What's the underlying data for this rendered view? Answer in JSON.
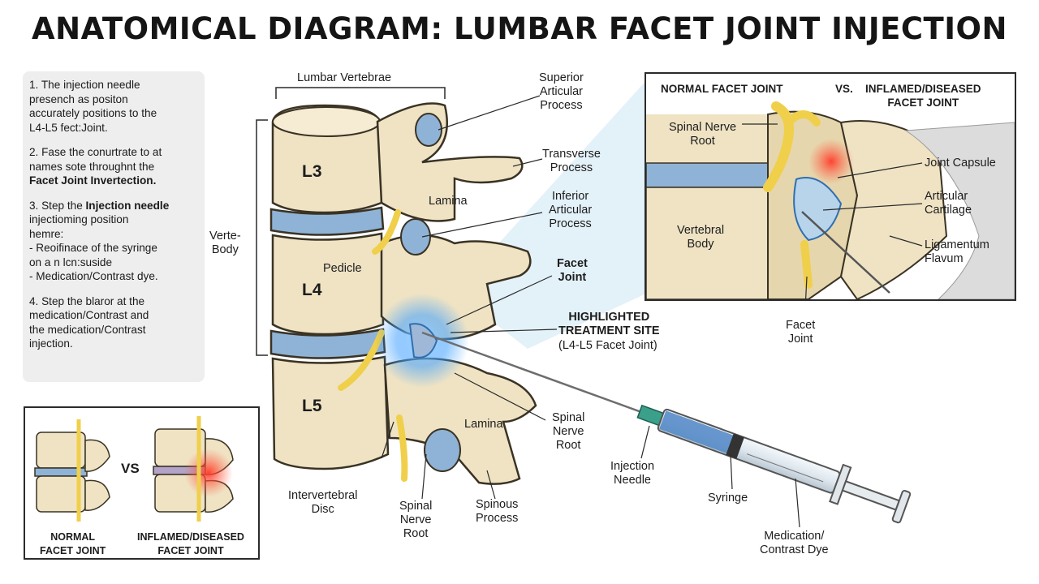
{
  "title": "ANATOMICAL DIAGRAM: LUMBAR FACET JOINT INJECTION",
  "steps": [
    {
      "text": "1. The injection needle\npresench as positon\naccurately positions to the\nL4-L5 fect:Joint.",
      "bold": ""
    },
    {
      "text": "2. Fase the conurtrate to at\nnames sote throughnt the",
      "bold": "Facet Joint Invertection."
    },
    {
      "text": "3. Step the ",
      "bold": "Injection needle",
      "rest": "\ninjectioming position\nhemre:\n- Reoifinace of the syringe\n  on a n lcn:suside\n- Medication/Contrast dye."
    },
    {
      "text": "4. Step the blaror at the\nmedication/Contrast and\nthe medication/Contrast\ninjection.",
      "bold": ""
    }
  ],
  "main_labels": {
    "lumbar_vertebrae": "Lumbar Vertebrae",
    "verte_body": "Verte-\nBody",
    "l3": "L3",
    "l4": "L4",
    "l5": "L5",
    "superior_articular": "Superior\nArticular\nProcess",
    "transverse": "Transverse\nProcess",
    "inferior_articular": "Inferior\nArticular\nProcess",
    "lamina_top": "Lamina",
    "pedicle": "Pedicle",
    "facet_joint": "Facet\nJoint",
    "highlight_title": "HIGHLIGHTED\nTREATMENT SITE",
    "highlight_sub": "(L4-L5 Facet Joint)",
    "lamina_bottom": "Lamina",
    "spinal_nerve_root_right": "Spinal\nNerve\nRoot",
    "intervertebral_disc": "Intervertebral\nDisc",
    "spinal_nerve_root_bottom": "Spinal\nNerve\nRoot",
    "spinous_process": "Spinous\nProcess",
    "injection_needle": "Injection\nNeedle",
    "syringe": "Syringe",
    "medication": "Medication/\nContrast Dye"
  },
  "inset": {
    "normal_title": "NORMAL FACET JOINT",
    "vs": "VS.",
    "inflamed_title": "INFLAMED/DISEASED\nFACET JOINT",
    "spinal_nerve_root": "Spinal Nerve\nRoot",
    "vertebral_body": "Vertebral\nBody",
    "joint_capsule": "Joint Capsule",
    "articular_cartilage": "Articular\nCartilage",
    "ligamentum_flavum": "Ligamentum\nFlavum",
    "facet_joint": "Facet\nJoint"
  },
  "compare": {
    "vs": "VS",
    "normal": "NORMAL\nFACET JOINT",
    "inflamed": "INFLAMED/DISEASED\nFACET JOINT"
  },
  "colors": {
    "bone": "#efe3c4",
    "bone_shade": "#d9c79c",
    "outline": "#3a3324",
    "disc": "#8fb3d6",
    "nerve": "#f0cf4a",
    "glow": "#3fa0ff",
    "inflamed": "#e84a3a",
    "callout_fill": "#d9ecf7"
  }
}
